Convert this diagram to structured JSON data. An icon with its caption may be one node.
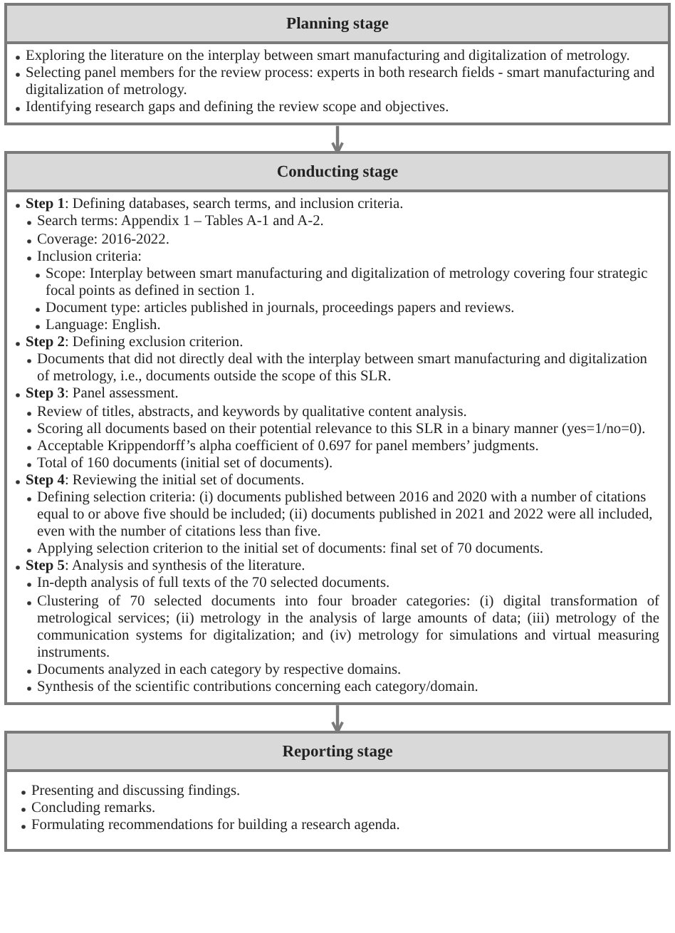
{
  "diagram": {
    "nodes": [
      {
        "text": [
          "Planning stage",
          "Exploring the literature on the interplay between smart manufacturing and digitalization of metrology.",
          "Selecting panel members for the review process: experts in both research fields - smart manufacturing and digitalization of metrology.",
          "Identifying research gaps and defining the review scope and objectives."
        ]
      },
      {
        "text": [
          "Conducting stage",
          "**Step 1**: Defining databases, search terms, and inclusion criteria.",
          "Search terms: Appendix 1 – Tables A-1 and A-2.",
          "Coverage: 2016-2022.",
          "Inclusion criteria:",
          "Scope: Interplay between smart manufacturing and digitalization of metrology covering four strategic focal points as defined in section 1.",
          "Document type: articles published in journals, proceedings papers and reviews.",
          "Language: English.",
          "**Step 2**: Defining exclusion criterion.",
          "Documents that did not directly deal with the interplay between smart manufacturing and digitalization of metrology, i.e., documents outside the scope of this SLR.",
          "**Step 3**: Panel assessment.",
          "Review of titles, abstracts, and keywords by qualitative content analysis.",
          "Scoring all documents based on their potential relevance to this SLR in a binary manner (yes=1/no=0).",
          "Acceptable Krippendorff’s alpha coefficient of 0.697 for panel members’ judgments.",
          "Total of 160 documents (initial set of documents).",
          "**Step 4**: Reviewing the initial set of documents.",
          "Defining selection criteria: (i) documents published between 2016 and 2020 with a number of citations equal to or above five should be included; (ii) documents published in 2021 and 2022 were all included, even with the number of citations less than five.",
          "Applying selection criterion to the initial set of documents: final set of 70 documents.",
          "**Step 5**: Analysis and synthesis of the literature.",
          "In-depth analysis of full texts of the 70 selected documents.",
          "Clustering of 70 selected documents into four broader categories: (i) digital transformation of metrological services; (ii) metrology in the analysis of large amounts of data; (iii) metrology of the communication systems for digitalization; and (iv) metrology for simulations and virtual measuring instruments.",
          "Documents analyzed in each category by respective domains.",
          "Synthesis of the scientific contributions concerning each category/domain."
        ]
      },
      {
        "text": [
          "Reporting stage",
          "Presenting and discussing findings.",
          "Concluding remarks.",
          "Formulating recommendations for building a research agenda."
        ]
      }
    ],
    "edges": [
      {
        "from": 0,
        "to": 1,
        "arrow": "to"
      },
      {
        "from": 1,
        "to": 2,
        "arrow": "to"
      }
    ]
  }
}
